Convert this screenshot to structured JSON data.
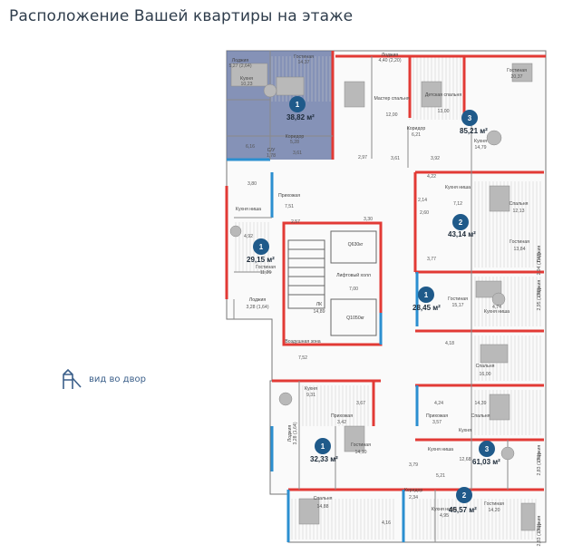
{
  "page": {
    "title": "Расположение Вашей квартиры на этаже",
    "yard_label": "вид во двор"
  },
  "colors": {
    "wall": "#e23a35",
    "window": "#2b8fd0",
    "highlight": "#5e6fa0",
    "badge": "#1f5a8a",
    "interior": "#9a9a9a"
  },
  "apartments": [
    {
      "rooms": "1",
      "area": "38,82 м²",
      "highlighted": true
    },
    {
      "rooms": "3",
      "area": "85,21 м²"
    },
    {
      "rooms": "2",
      "area": "43,14 м²"
    },
    {
      "rooms": "1",
      "area": "29,15 м²"
    },
    {
      "rooms": "1",
      "area": "28,45 м²"
    },
    {
      "rooms": "1",
      "area": "32,33 м²"
    },
    {
      "rooms": "3",
      "area": "61,03 м²"
    },
    {
      "rooms": "2",
      "area": "45,57 м²"
    }
  ],
  "rooms": [
    {
      "name": "Лоджия",
      "area": "5,27 (2,64)"
    },
    {
      "name": "Гостиная",
      "area": "14,37"
    },
    {
      "name": "Кухня",
      "area": "10,23"
    },
    {
      "name": "Коридор",
      "area": "5,28"
    },
    {
      "name": "С/У",
      "area": "1,78"
    },
    {
      "name": "Лоджия",
      "area": "4,40 (2,20)"
    },
    {
      "name": "Мастер спальня",
      "area": "12,00"
    },
    {
      "name": "Детская спальня",
      "area": "13,00"
    },
    {
      "name": "Гостиная",
      "area": "20,37"
    },
    {
      "name": "Коридор",
      "area": "6,21"
    },
    {
      "name": "Кухня",
      "area": "14,79"
    },
    {
      "name": "Кухня ниша",
      "area": "7,12"
    },
    {
      "name": "Спальня",
      "area": "12,13"
    },
    {
      "name": "Гостиная",
      "area": "13,84"
    },
    {
      "name": "Лоджия",
      "area": "2,94 (1,47)"
    },
    {
      "name": "Прихожая",
      "area": "7,51"
    },
    {
      "name": "Кухня ниша",
      "area": "4,92"
    },
    {
      "name": "Гостиная",
      "area": "11,26"
    },
    {
      "name": "Лоджия",
      "area": "3,28 (1,64)"
    },
    {
      "name": "Лифтовый холл",
      "area": "7,00"
    },
    {
      "name": "Q630кг",
      "area": ""
    },
    {
      "name": "Q1050кг",
      "area": ""
    },
    {
      "name": "ЛК",
      "area": "14,89"
    },
    {
      "name": "Воздушная зона",
      "area": "7,52"
    },
    {
      "name": "Гостиная",
      "area": "15,17"
    },
    {
      "name": "Кухня ниша",
      "area": "4,74"
    },
    {
      "name": "Лоджия",
      "area": "2,95 (1,48)"
    },
    {
      "name": "Спальня",
      "area": "16,00"
    },
    {
      "name": "Спальня",
      "area": "14,39"
    },
    {
      "name": "Кухня",
      "area": "9,31"
    },
    {
      "name": "Прихожая",
      "area": "3,42"
    },
    {
      "name": "Гостиная",
      "area": "14,10"
    },
    {
      "name": "Лоджия",
      "area": "3,28 (1,64)"
    },
    {
      "name": "Прихожая",
      "area": "3,57"
    },
    {
      "name": "Кухня",
      "area": "12,68"
    },
    {
      "name": "Кухня ниша",
      "area": "5,21"
    },
    {
      "name": "Лоджия",
      "area": "2,83 (1,41)"
    },
    {
      "name": "Коридор",
      "area": "2,34"
    },
    {
      "name": "Спальня",
      "area": "14,88"
    },
    {
      "name": "Кухня ниша",
      "area": "4,95"
    },
    {
      "name": "Гостиная",
      "area": "14,20"
    },
    {
      "name": "Лоджия",
      "area": "2,83 (1,41)"
    }
  ],
  "small_areas": [
    "3,61",
    "2,97",
    "3,61",
    "3,92",
    "3,80",
    "3,30",
    "2,14",
    "4,22",
    "2,60",
    "3,77",
    "4,24",
    "4,18",
    "3,67",
    "3,79",
    "4,16",
    "2,57",
    "6,16"
  ]
}
